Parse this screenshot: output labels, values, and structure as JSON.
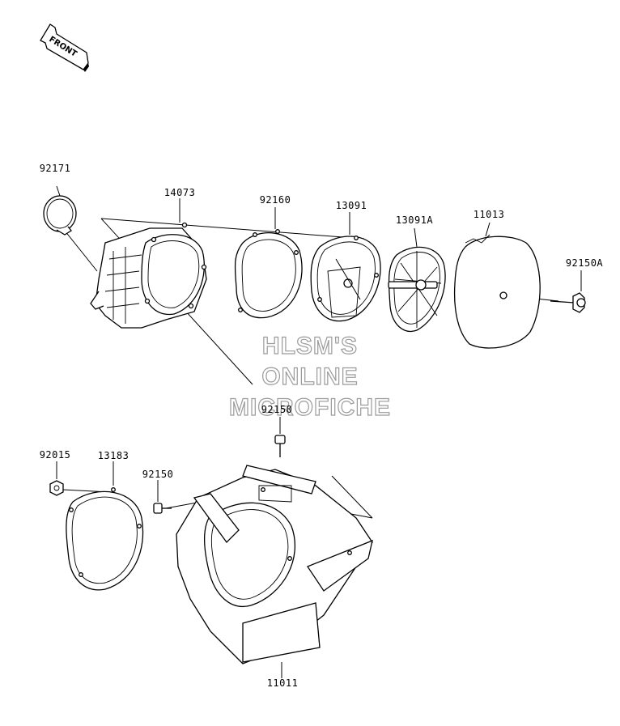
{
  "orientation": {
    "label": "FRONT"
  },
  "parts": [
    {
      "id": "92171",
      "label": "92171"
    },
    {
      "id": "14073",
      "label": "14073"
    },
    {
      "id": "92160",
      "label": "92160"
    },
    {
      "id": "13091",
      "label": "13091"
    },
    {
      "id": "13091A",
      "label": "13091A"
    },
    {
      "id": "11013",
      "label": "11013"
    },
    {
      "id": "92150A",
      "label": "92150A"
    },
    {
      "id": "92150-top",
      "label": "92150"
    },
    {
      "id": "92015",
      "label": "92015"
    },
    {
      "id": "13183",
      "label": "13183"
    },
    {
      "id": "92150-mid",
      "label": "92150"
    },
    {
      "id": "11011",
      "label": "11011"
    }
  ],
  "watermark": {
    "line1": "HLSM'S",
    "line2": "ONLINE",
    "line3": "MICROFICHE"
  }
}
